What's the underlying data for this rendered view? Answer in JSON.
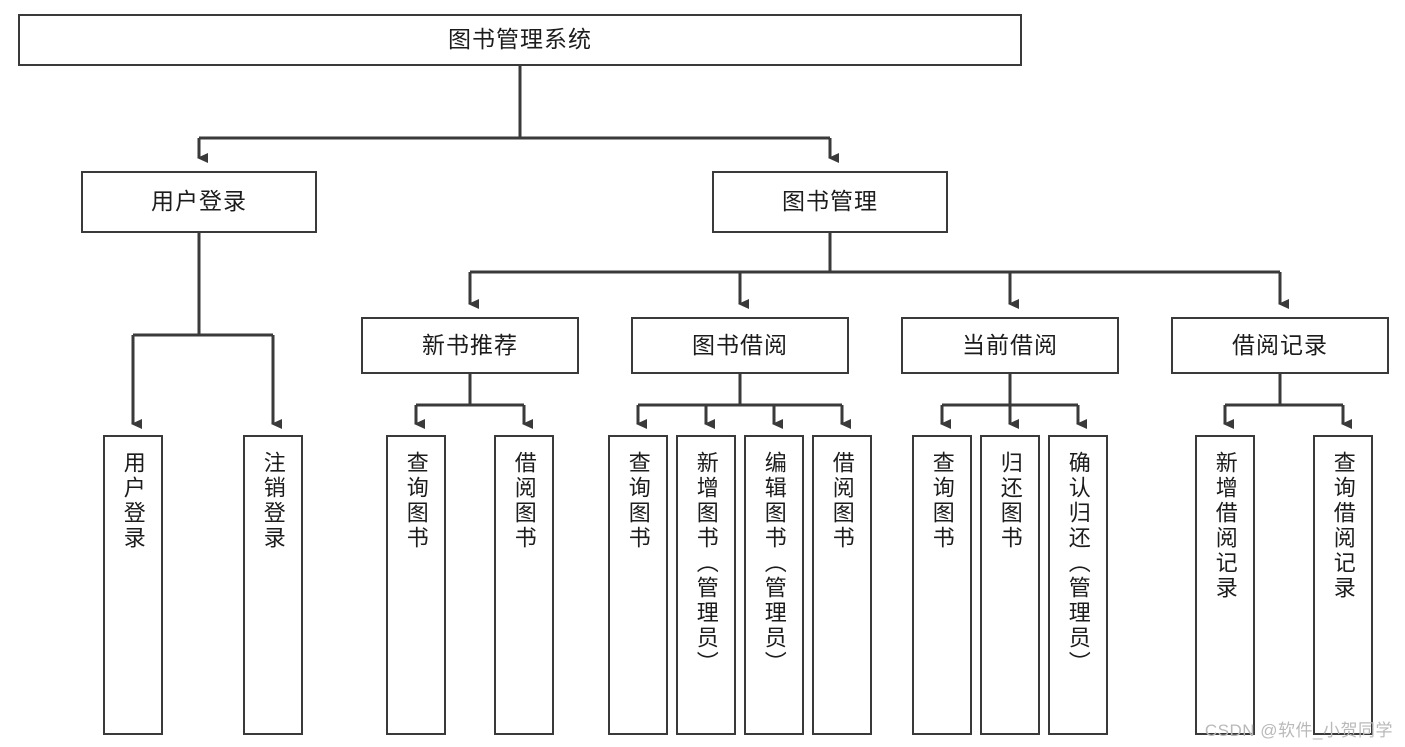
{
  "diagram": {
    "title": "图书管理系统",
    "type": "tree-hierarchy",
    "root": {
      "label": "图书管理系统"
    },
    "level2": [
      {
        "label": "用户登录"
      },
      {
        "label": "图书管理"
      }
    ],
    "level3": [
      {
        "label": "新书推荐"
      },
      {
        "label": "图书借阅"
      },
      {
        "label": "当前借阅"
      },
      {
        "label": "借阅记录"
      }
    ],
    "leaves": {
      "user_login": [
        {
          "label": "用户登录"
        },
        {
          "label": "注销登录"
        }
      ],
      "new_book_recommend": [
        {
          "label": "查询图书"
        },
        {
          "label": "借阅图书"
        }
      ],
      "book_borrow": [
        {
          "label": "查询图书"
        },
        {
          "label": "新增图书（管理员）"
        },
        {
          "label": "编辑图书（管理员）"
        },
        {
          "label": "借阅图书"
        }
      ],
      "current_borrow": [
        {
          "label": "查询图书"
        },
        {
          "label": "归还图书"
        },
        {
          "label": "确认归还（管理员）"
        }
      ],
      "borrow_record": [
        {
          "label": "新增借阅记录"
        },
        {
          "label": "查询借阅记录"
        }
      ]
    }
  },
  "watermark": {
    "text": "CSDN @软件_小贺同学"
  },
  "colors": {
    "stroke": "#3a3a3a",
    "fill": "#ffffff",
    "text": "#1c1c1c",
    "watermark": "#b9b9b9"
  }
}
